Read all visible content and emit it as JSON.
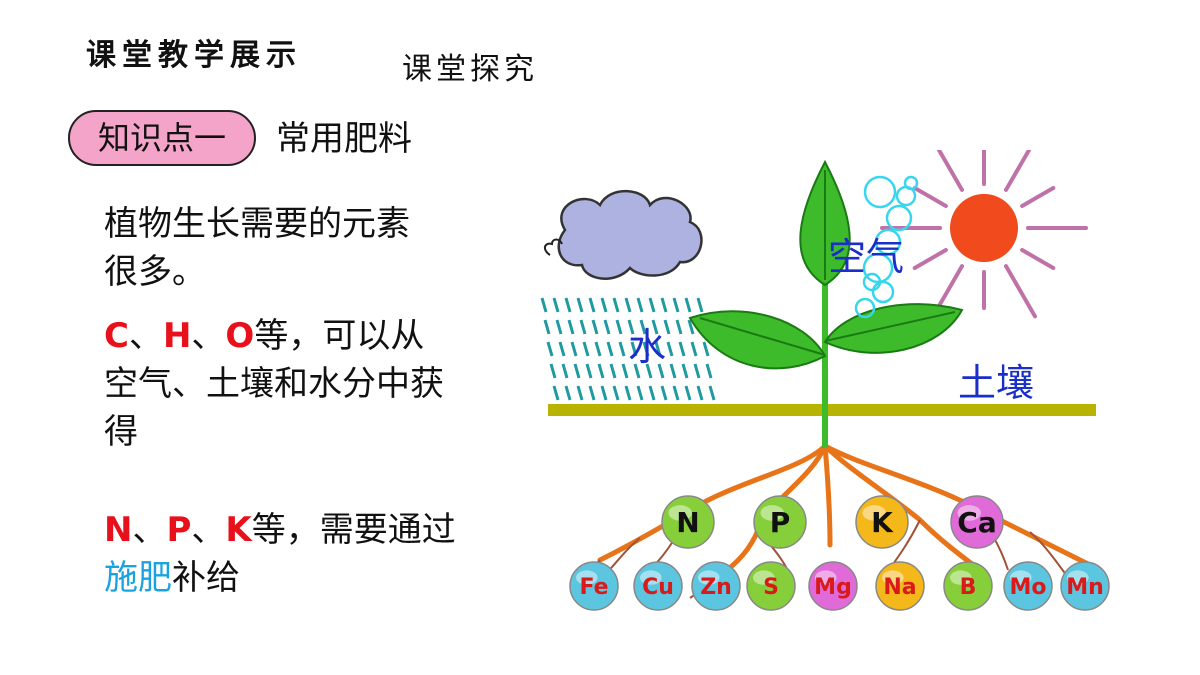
{
  "header": {
    "title": "课堂教学展示",
    "subtitle": "课堂探究"
  },
  "knowledge_point": {
    "badge": "知识点一",
    "topic": "常用肥料"
  },
  "paragraphs": {
    "p1": "植物生长需要的元素很多。",
    "p2": {
      "elements": [
        "C",
        "H",
        "O"
      ],
      "separator": "、",
      "rest": "等，可以从空气、土壤和水分中获得"
    },
    "p3": {
      "elements": [
        "N",
        "P",
        "K"
      ],
      "separator": "、",
      "mid": "等，需要通过",
      "highlight": "施肥",
      "end": "补给"
    }
  },
  "diagram": {
    "labels": {
      "air": "空气",
      "water": "水",
      "soil": "土壤"
    },
    "major_nutrients": [
      {
        "symbol": "N",
        "color": "#86cf3a"
      },
      {
        "symbol": "P",
        "color": "#86cf3a"
      },
      {
        "symbol": "K",
        "color": "#f5b81a"
      },
      {
        "symbol": "Ca",
        "color": "#e06bd8"
      }
    ],
    "trace_nutrients": [
      {
        "symbol": "Fe",
        "color": "#5cc6e0"
      },
      {
        "symbol": "Cu",
        "color": "#5cc6e0"
      },
      {
        "symbol": "Zn",
        "color": "#5cc6e0"
      },
      {
        "symbol": "S",
        "color": "#86cf3a"
      },
      {
        "symbol": "Mg",
        "color": "#e06bd8"
      },
      {
        "symbol": "Na",
        "color": "#f5b81a"
      },
      {
        "symbol": "B",
        "color": "#86cf3a"
      },
      {
        "symbol": "Mo",
        "color": "#5cc6e0"
      },
      {
        "symbol": "Mn",
        "color": "#5cc6e0"
      }
    ],
    "colors": {
      "leaf": "#3dbb2a",
      "sun": "#f14a1c",
      "ray": "#b45a9a",
      "cloud": "#aeb2e0",
      "rain": "#1f9aa0",
      "ground": "#b8b300",
      "root": "#e8741a",
      "rootlet": "#a0523a",
      "label": "#1a2ec8",
      "bubble": "#38d6ee",
      "element_text": "#d81a1a"
    }
  }
}
